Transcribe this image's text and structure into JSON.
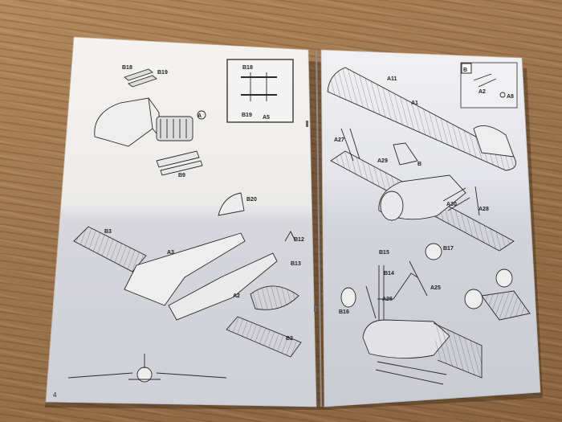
{
  "page": {
    "left_number": "4",
    "right_number": ""
  },
  "left_page": {
    "parts": [
      "B18",
      "B19",
      "A",
      "B9",
      "B20",
      "B3",
      "A3",
      "B12",
      "B13",
      "A2",
      "B2"
    ],
    "inset": {
      "top_label": "B18",
      "bottom_left": "B19",
      "bottom_right": "A5"
    }
  },
  "right_page": {
    "parts": [
      "A11",
      "A1",
      "A27",
      "A29",
      "B",
      "A30",
      "A28",
      "B15",
      "B17",
      "B14",
      "A25",
      "A26",
      "B16"
    ],
    "inset": {
      "callout": "B",
      "label_a2": "A2",
      "label_a8": "A8"
    }
  },
  "colors": {
    "paper": "#f4f2ee",
    "paper_shadow": "#c9c8cc",
    "ink": "#2a2a2a",
    "wood": "#9c744c"
  }
}
